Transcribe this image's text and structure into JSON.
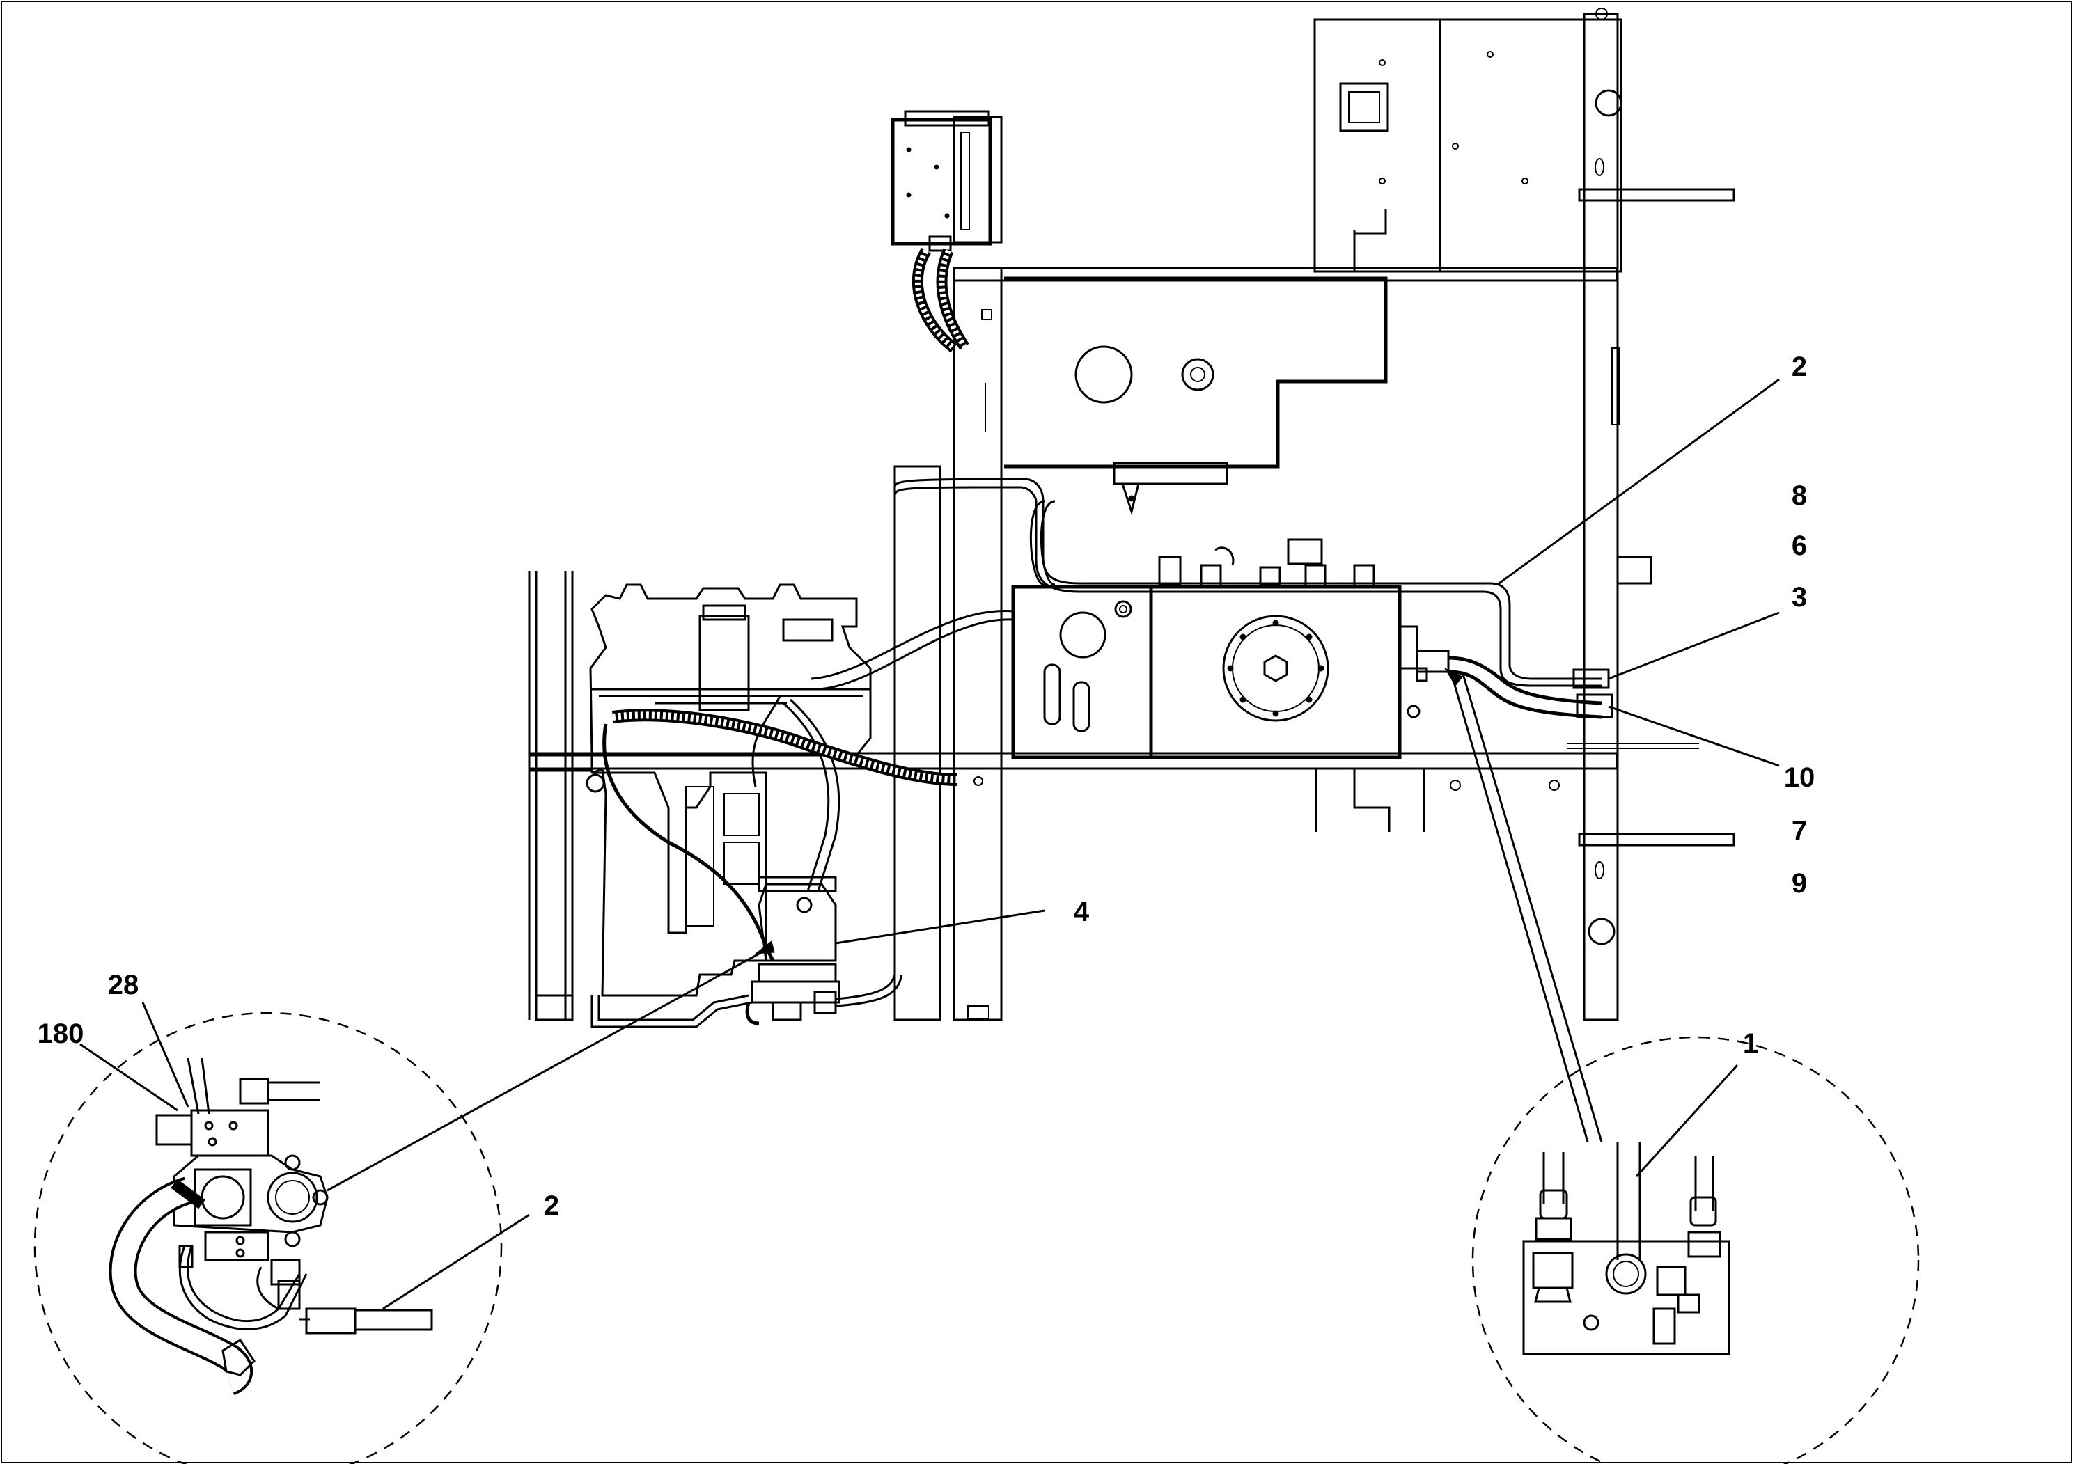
{
  "callouts": [
    {
      "key": "c2_right",
      "text": "2"
    },
    {
      "key": "c8",
      "text": "8"
    },
    {
      "key": "c6",
      "text": "6"
    },
    {
      "key": "c3",
      "text": "3"
    },
    {
      "key": "c10",
      "text": "10"
    },
    {
      "key": "c7",
      "text": "7"
    },
    {
      "key": "c9",
      "text": "9"
    },
    {
      "key": "c4",
      "text": "4"
    },
    {
      "key": "c1",
      "text": "1"
    },
    {
      "key": "c28",
      "text": "28"
    },
    {
      "key": "c180",
      "text": "180"
    },
    {
      "key": "c2_left",
      "text": "2"
    }
  ]
}
